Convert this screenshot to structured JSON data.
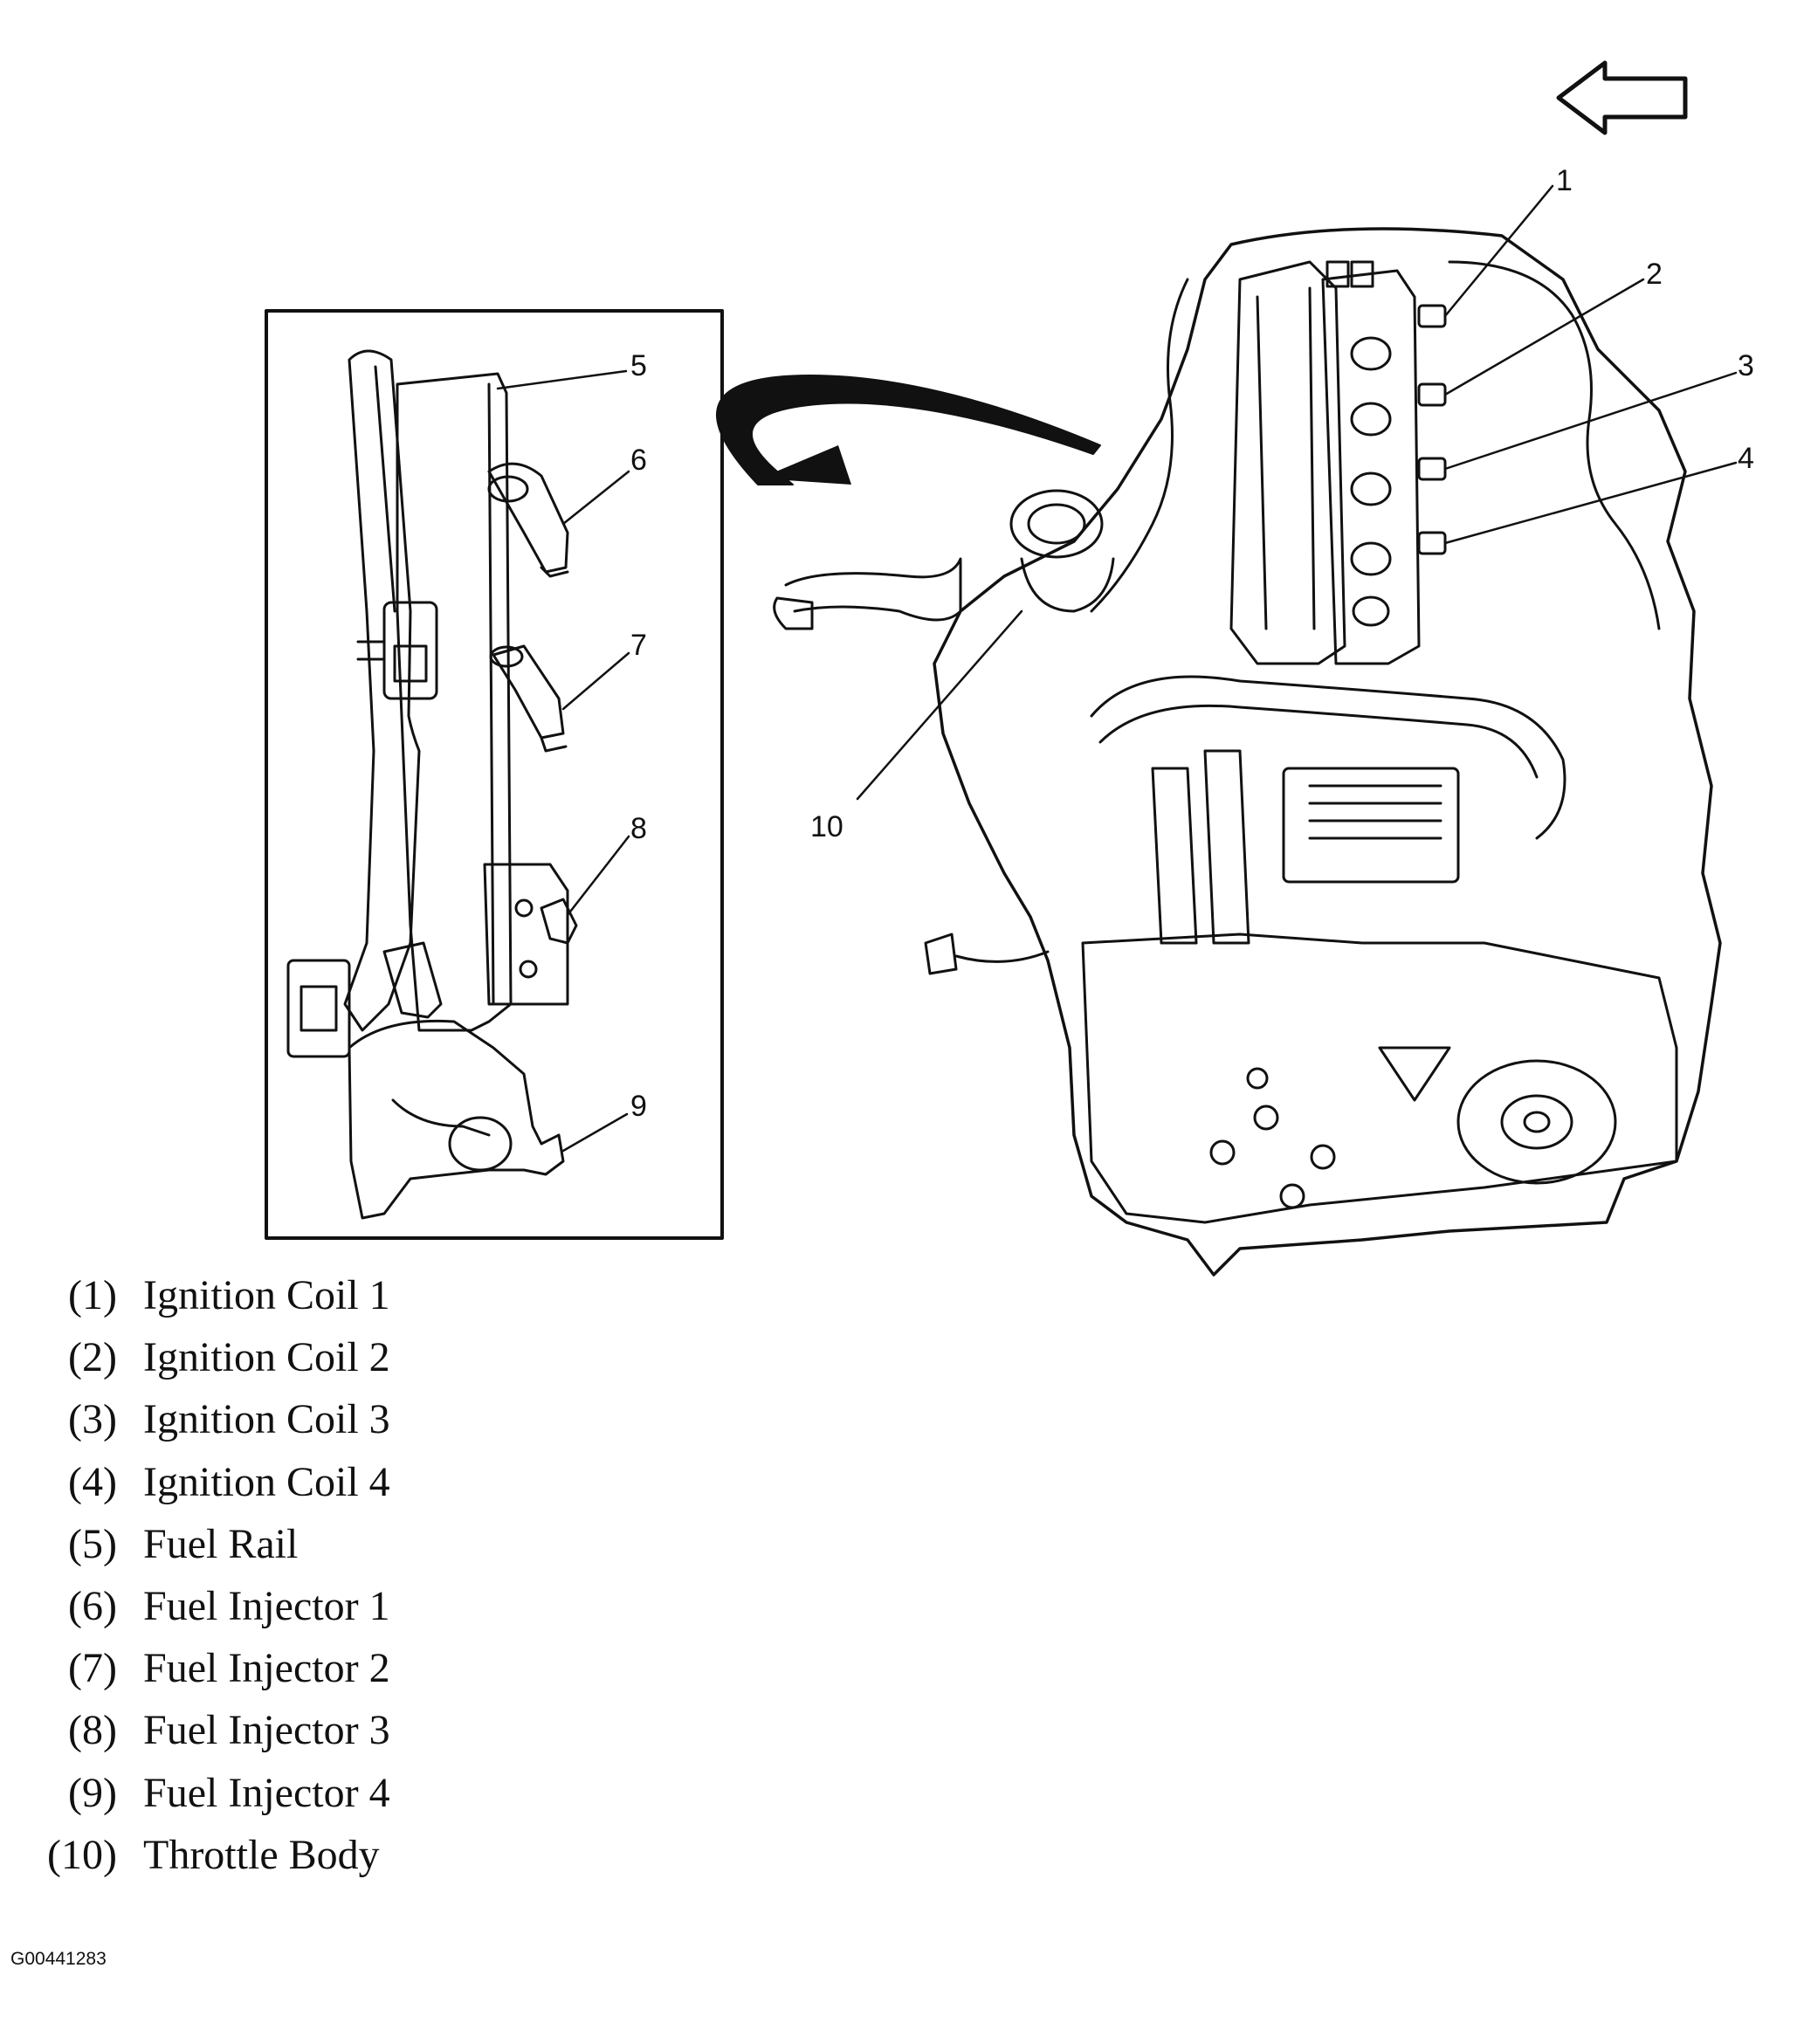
{
  "callouts": [
    "1",
    "2",
    "3",
    "4",
    "5",
    "6",
    "7",
    "8",
    "9",
    "10"
  ],
  "legend": [
    {
      "num": "(1)",
      "label": "Ignition Coil 1"
    },
    {
      "num": "(2)",
      "label": "Ignition Coil 2"
    },
    {
      "num": "(3)",
      "label": "Ignition Coil 3"
    },
    {
      "num": "(4)",
      "label": "Ignition Coil 4"
    },
    {
      "num": "(5)",
      "label": "Fuel Rail"
    },
    {
      "num": "(6)",
      "label": "Fuel Injector 1"
    },
    {
      "num": "(7)",
      "label": "Fuel Injector 2"
    },
    {
      "num": "(8)",
      "label": "Fuel Injector 3"
    },
    {
      "num": "(9)",
      "label": "Fuel Injector 4"
    },
    {
      "num": "(10)",
      "label": "Throttle Body"
    }
  ],
  "figure_id": "G00441283",
  "colors": {
    "ink": "#111111",
    "paper": "#ffffff"
  },
  "icons": [
    "direction-arrow-icon",
    "curved-arrow-icon"
  ]
}
